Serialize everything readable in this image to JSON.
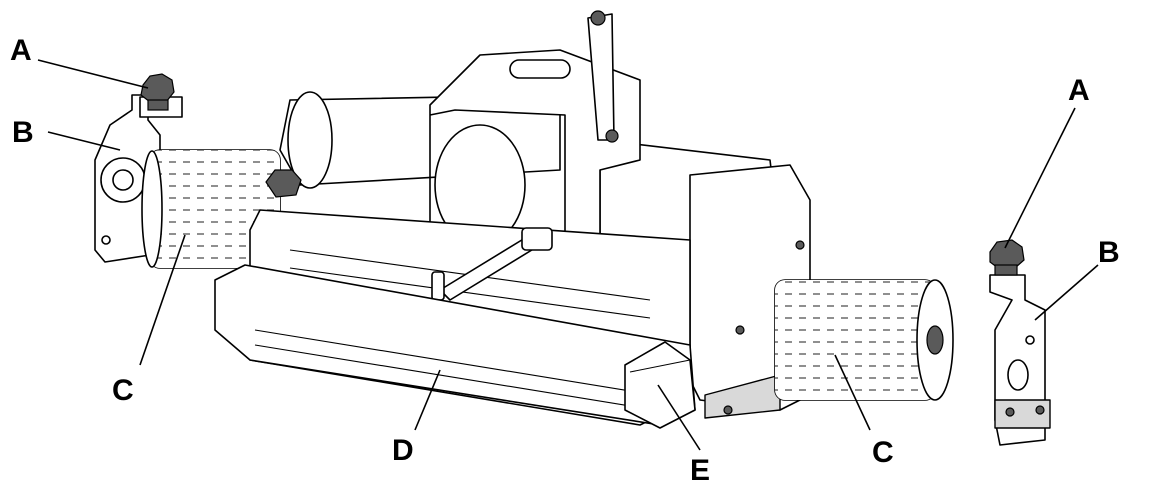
{
  "callouts": {
    "a_left": "A",
    "b_left": "B",
    "c_left": "C",
    "d": "D",
    "e": "E",
    "a_right": "A",
    "b_right": "B",
    "c_right": "C"
  },
  "colors": {
    "line": "#000000",
    "shade": "#d9d9d9",
    "dark": "#5a5a5a",
    "background": "#ffffff"
  }
}
